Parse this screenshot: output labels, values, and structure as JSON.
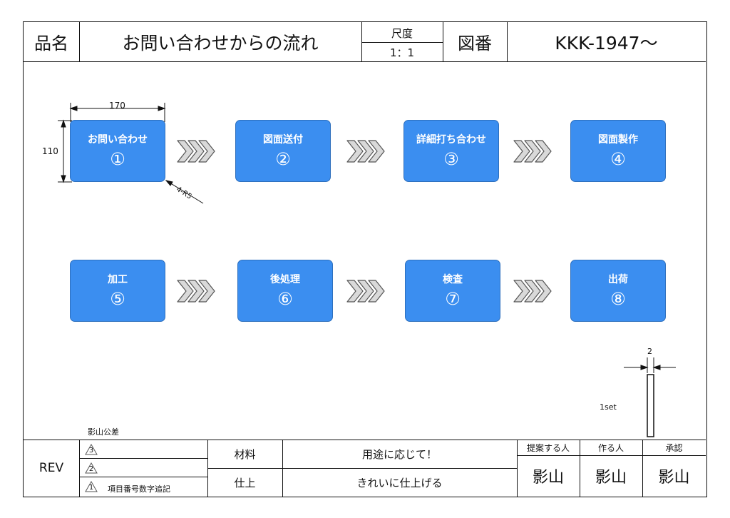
{
  "title_block": {
    "product_label": "品名",
    "product_value": "お問い合わせからの流れ",
    "scale_label": "尺度",
    "scale_value": "1：1",
    "drawing_no_label": "図番",
    "drawing_no_value": "KKK-1947～"
  },
  "flow": {
    "steps": [
      {
        "label": "お問い合わせ",
        "number": "①"
      },
      {
        "label": "図面送付",
        "number": "②"
      },
      {
        "label": "詳細打ち合わせ",
        "number": "③"
      },
      {
        "label": "図面製作",
        "number": "④"
      },
      {
        "label": "加工",
        "number": "⑤"
      },
      {
        "label": "後処理",
        "number": "⑥"
      },
      {
        "label": "検査",
        "number": "⑦"
      },
      {
        "label": "出荷",
        "number": "⑧"
      }
    ]
  },
  "dimensions": {
    "width": "170",
    "height": "110",
    "corner_radius": "4-R5",
    "thickness": "2",
    "quantity": "1set"
  },
  "footer": {
    "tolerance_note": "影山公差",
    "rev_label": "REV",
    "revisions": [
      {
        "mark": "3",
        "note": ""
      },
      {
        "mark": "2",
        "note": ""
      },
      {
        "mark": "1",
        "note": "項目番号数字追記"
      }
    ],
    "material_label": "材料",
    "material_value": "用途に応じて！",
    "finish_label": "仕上",
    "finish_value": "きれいに仕上げる",
    "proposer_label": "提案する人",
    "maker_label": "作る人",
    "approver_label": "承認",
    "proposer_name": "影山",
    "maker_name": "影山",
    "approver_name": "影山"
  },
  "colors": {
    "box_fill": "#3b8ef0",
    "box_border": "#2d6fbd",
    "chevron": "#d9d9d9",
    "chevron_stroke": "#555555"
  }
}
